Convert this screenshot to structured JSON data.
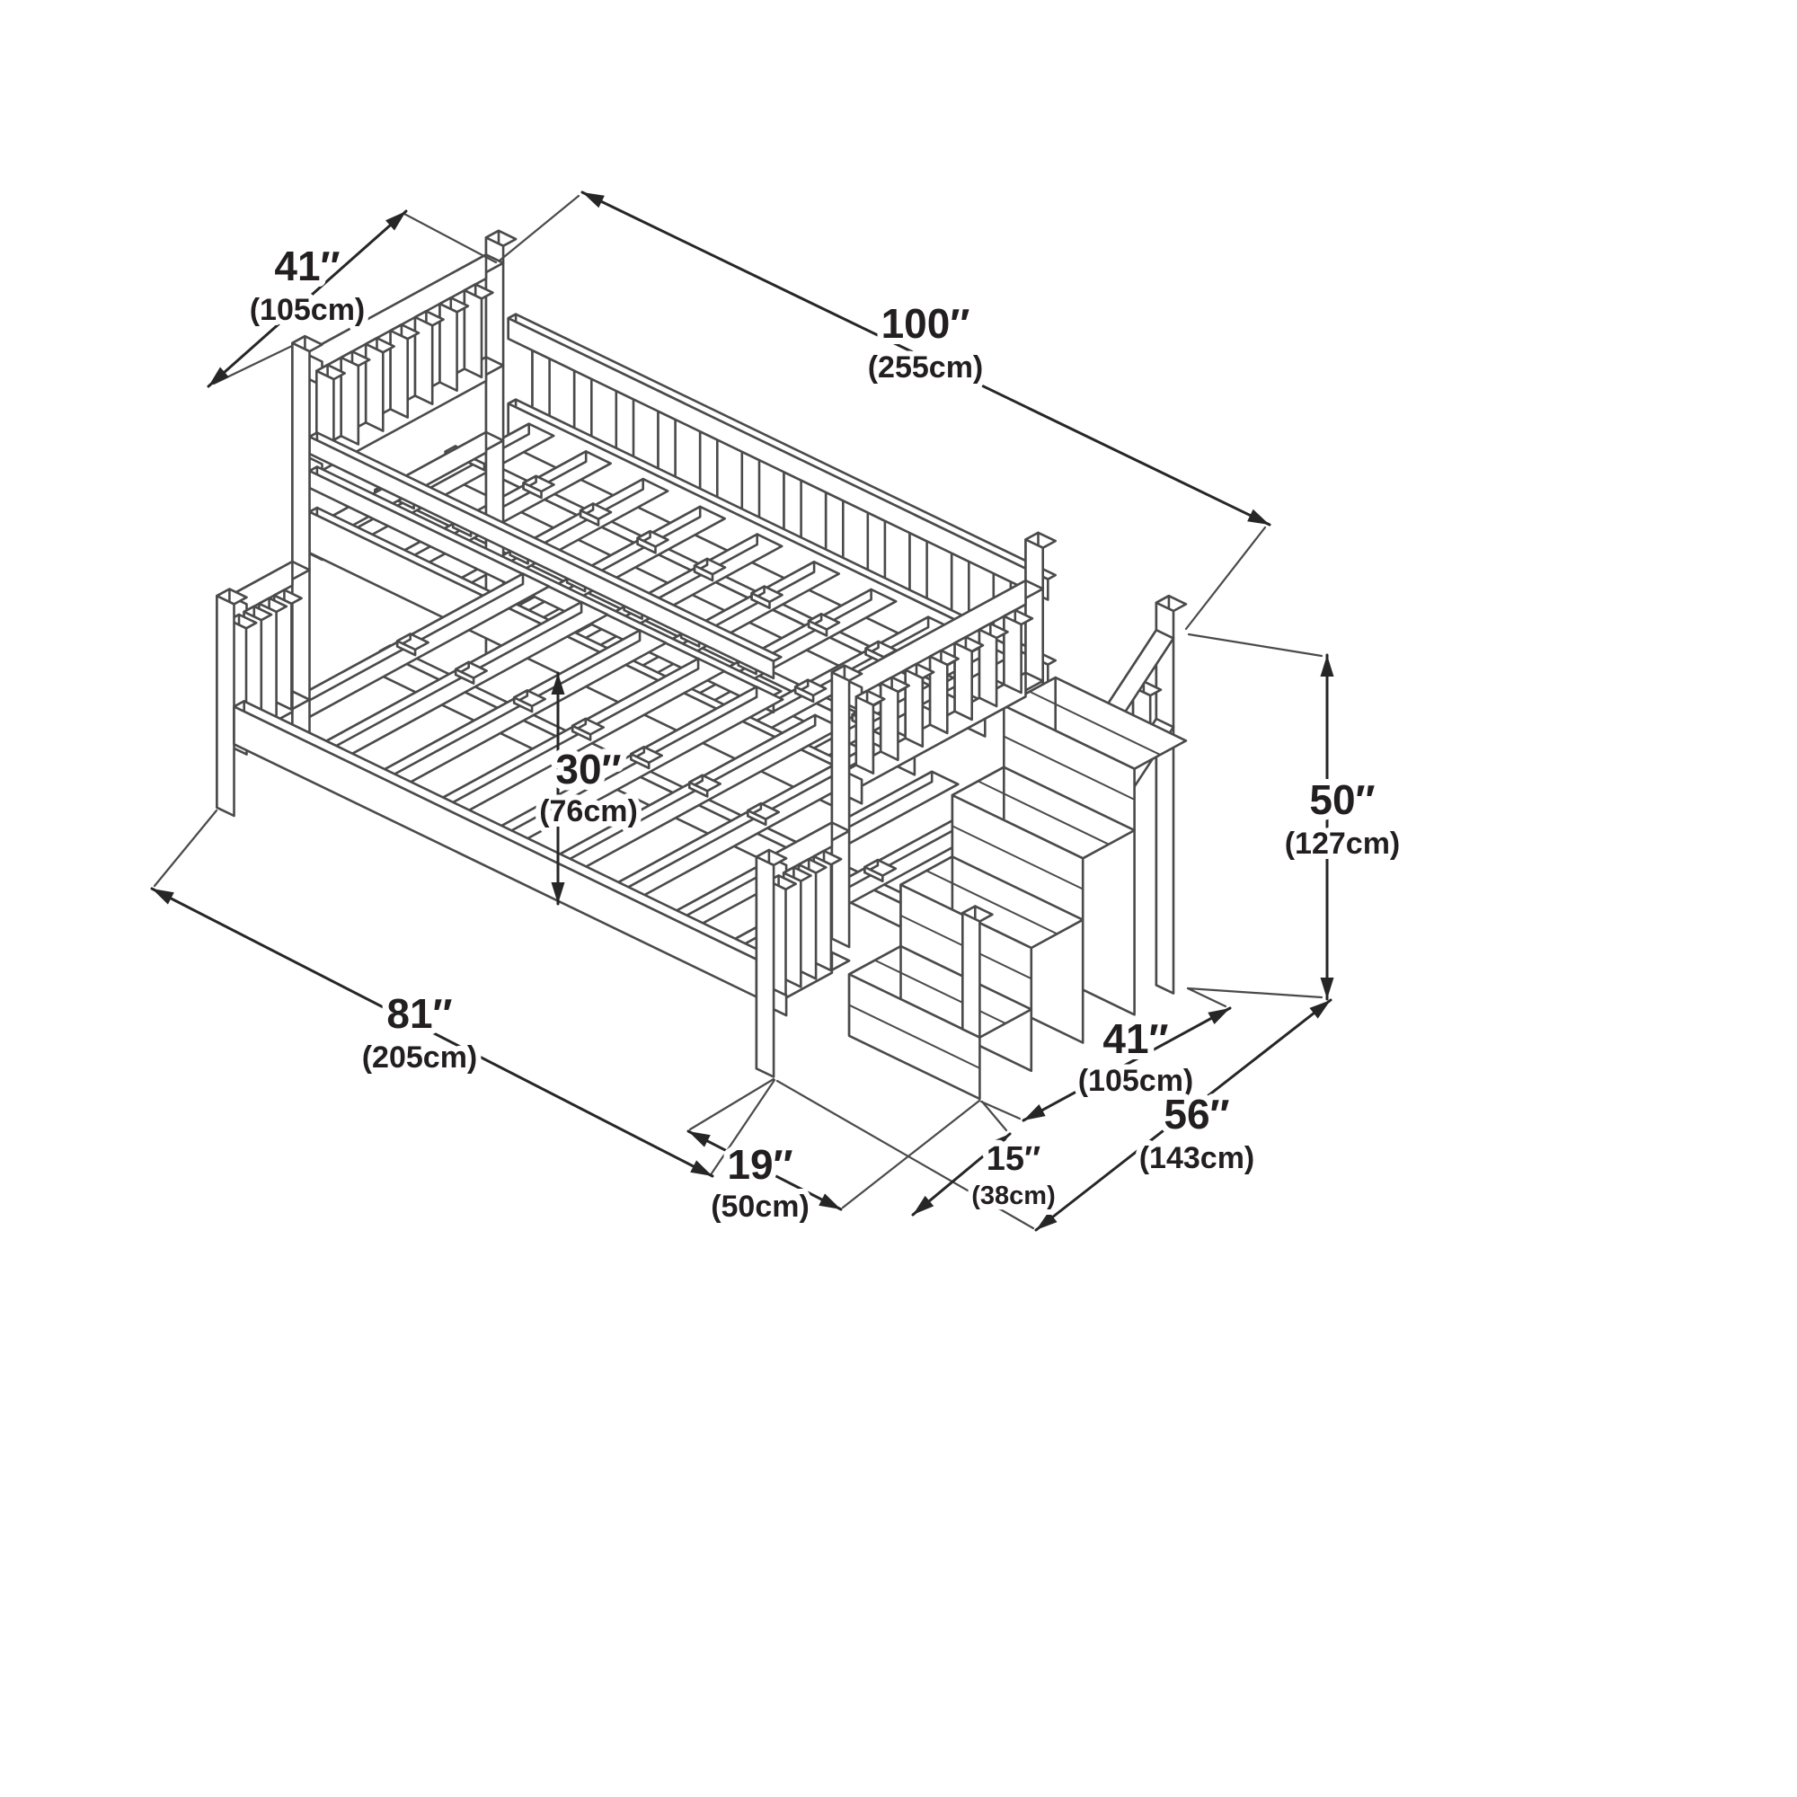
{
  "dims": {
    "upper_width": {
      "value": "41″",
      "metric": "(105cm)"
    },
    "total_length": {
      "value": "100″",
      "metric": "(255cm)"
    },
    "bunk_clearance": {
      "value": "30″",
      "metric": "(76cm)"
    },
    "overall_height": {
      "value": "50″",
      "metric": "(127cm)"
    },
    "bed_length": {
      "value": "81″",
      "metric": "(205cm)"
    },
    "stair_unit_width": {
      "value": "19″",
      "metric": "(50cm)"
    },
    "front_overhang": {
      "value": "15″",
      "metric": "(38cm)"
    },
    "stair_depth": {
      "value": "41″",
      "metric": "(105cm)"
    },
    "overall_depth": {
      "value": "56″",
      "metric": "(143cm)"
    }
  },
  "colors": {
    "background": "#ffffff",
    "art_line": "#4a4a4a",
    "dim_line": "#262626",
    "text": "#231f20"
  }
}
